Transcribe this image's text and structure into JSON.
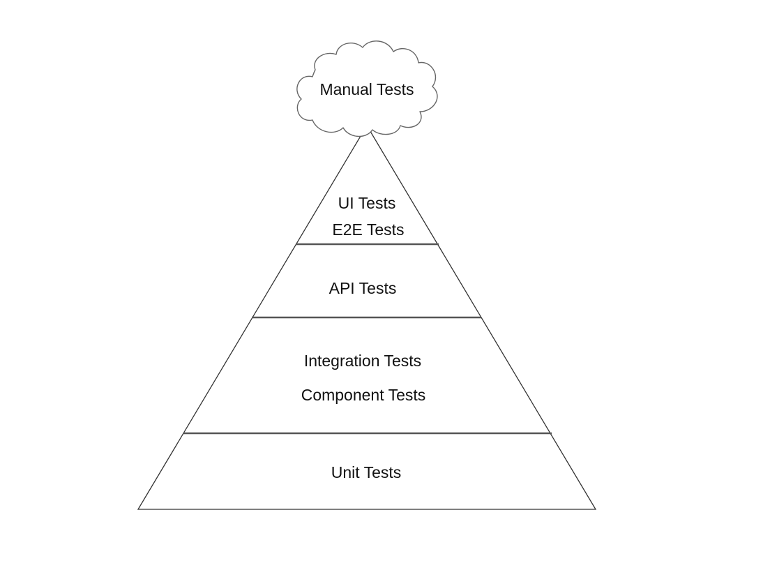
{
  "cloud": {
    "label": "Manual Tests"
  },
  "tiers": [
    {
      "lines": [
        "UI Tests",
        "E2E Tests"
      ]
    },
    {
      "lines": [
        "API Tests"
      ]
    },
    {
      "lines": [
        "Integration Tests",
        "Component Tests"
      ]
    },
    {
      "lines": [
        "Unit Tests"
      ]
    }
  ],
  "colors": {
    "stroke": "#333333",
    "divider": "#555555",
    "text": "#111111"
  }
}
